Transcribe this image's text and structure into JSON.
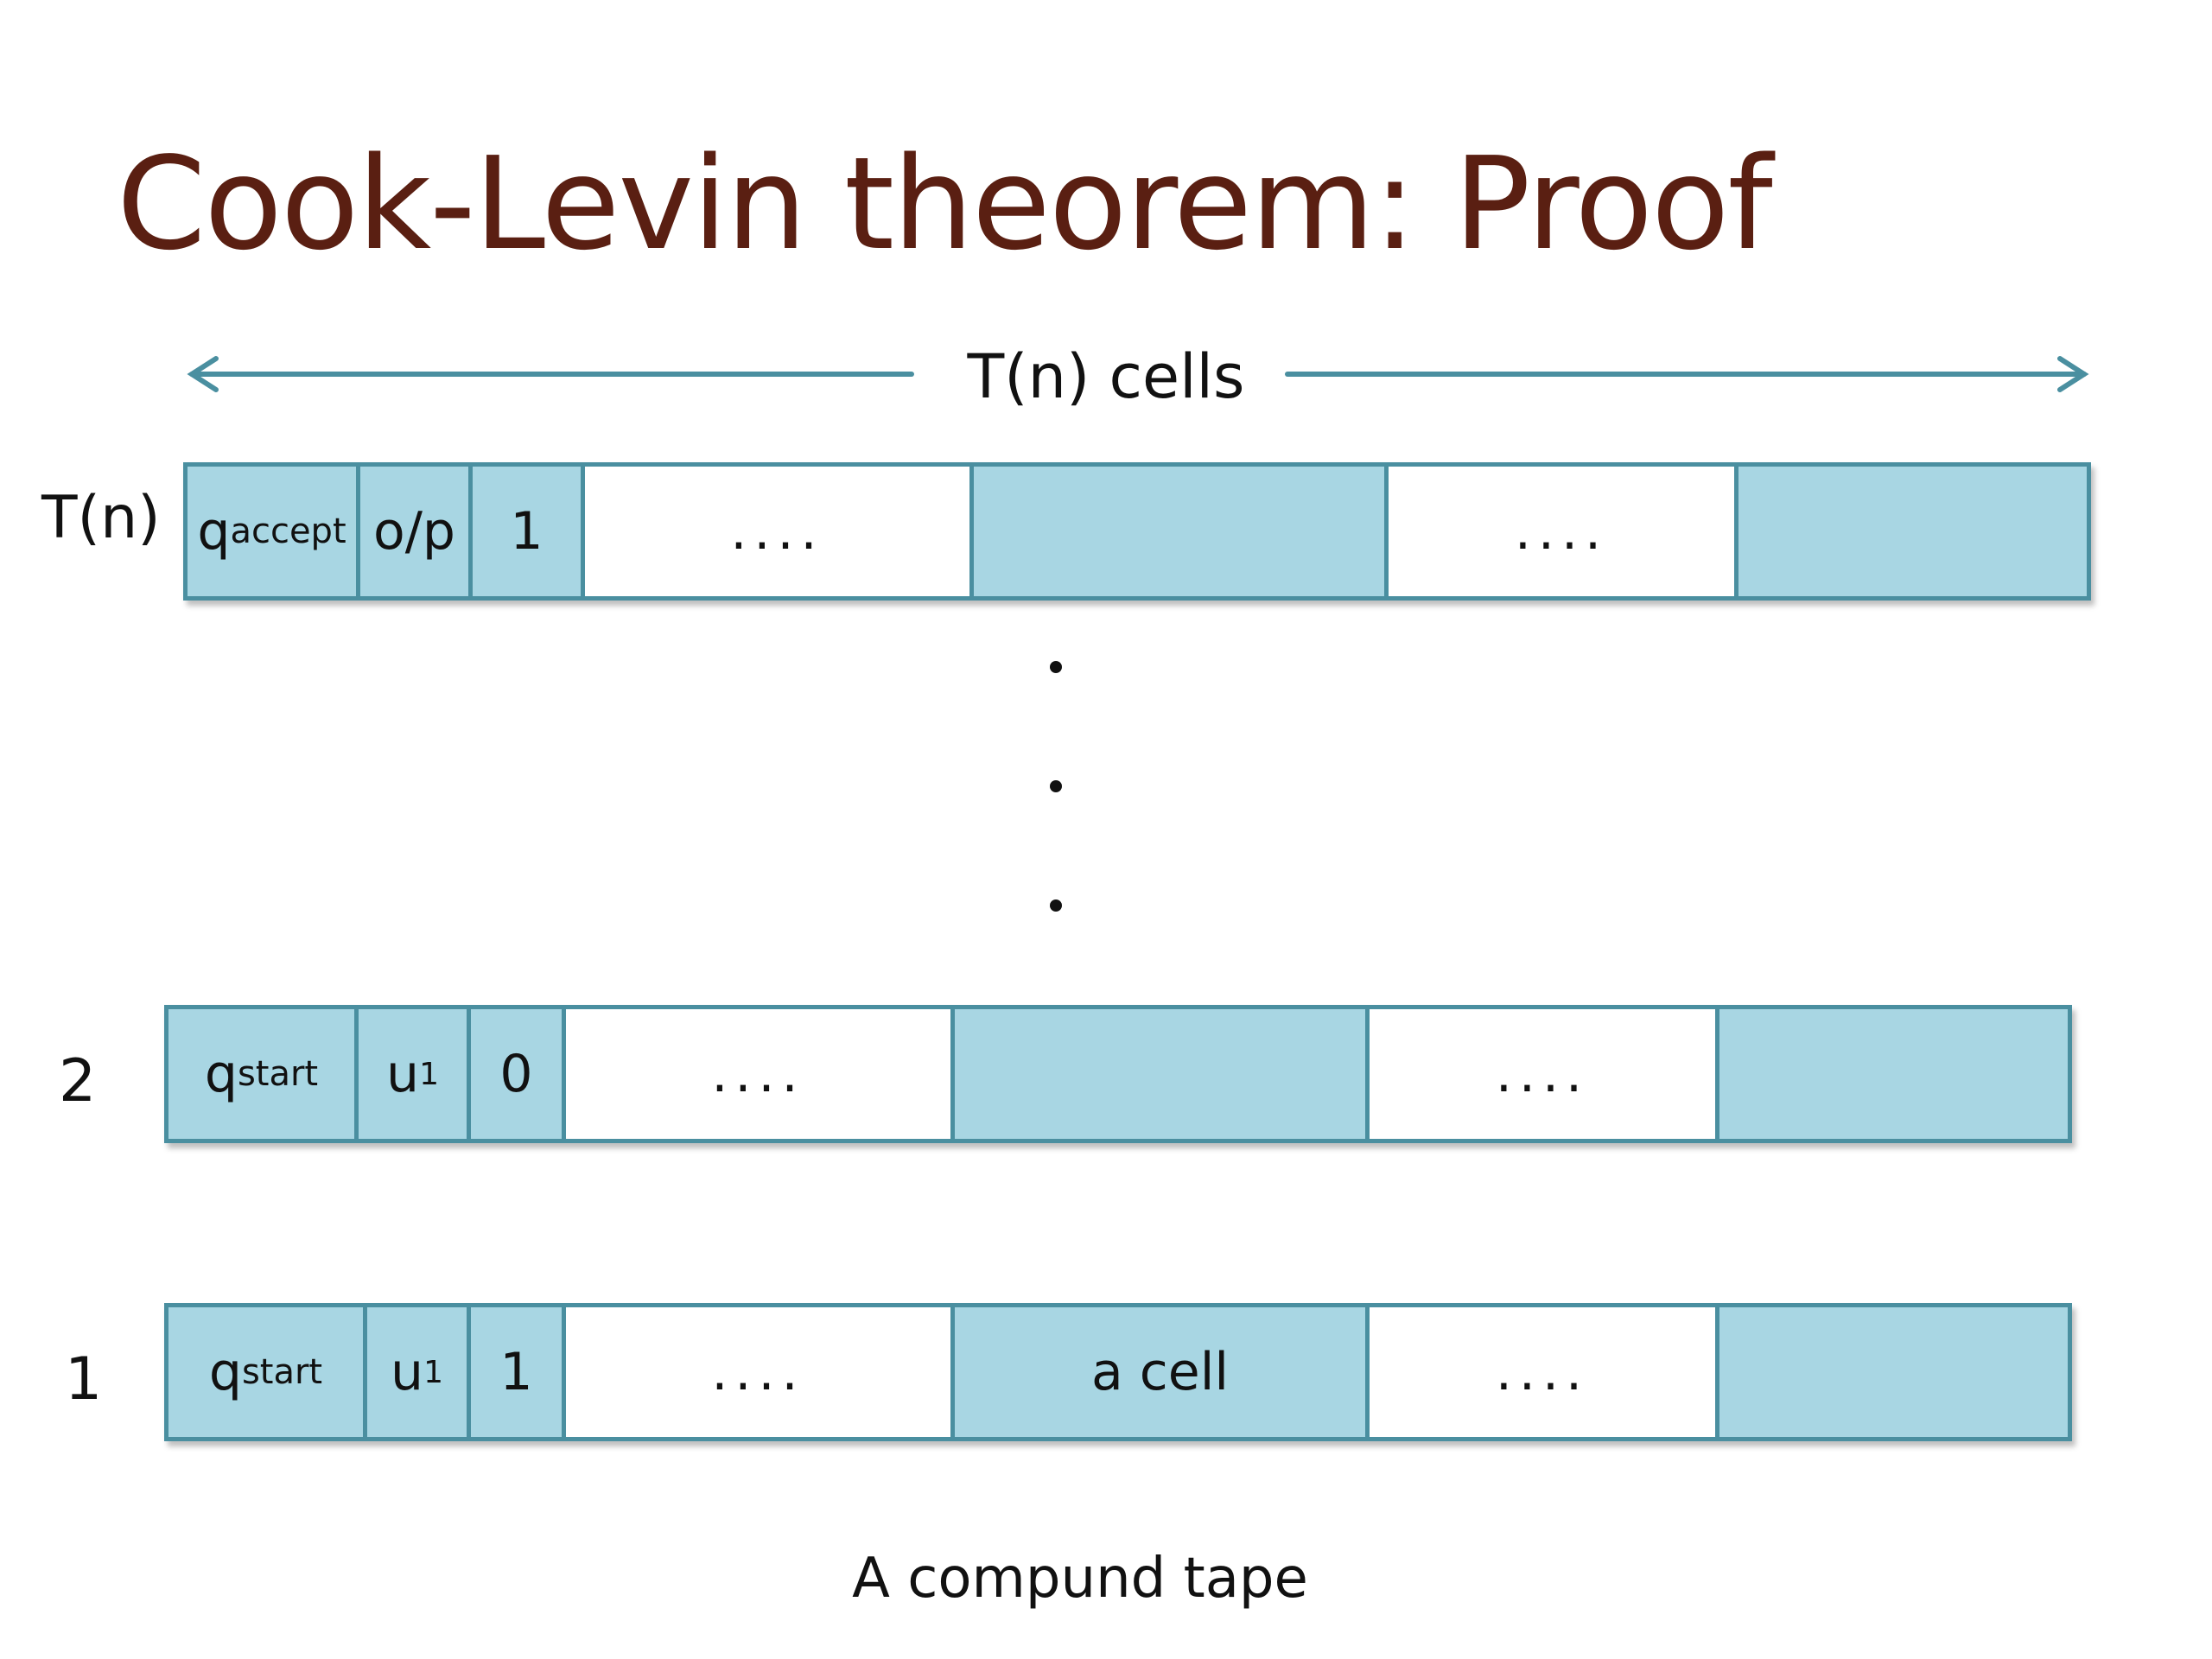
{
  "title": "Cook-Levin theorem:  Proof",
  "width_label": "T(n)  cells",
  "colors": {
    "title": "#5a1f12",
    "cell_fill": "#a8d6e3",
    "cell_border": "#4a8fa0",
    "arrow": "#4a8fa0"
  },
  "rows": [
    {
      "label": "T(n)",
      "cells": [
        {
          "main": "q",
          "sub": "accept",
          "fill": "blue"
        },
        {
          "main": "o/p",
          "sub": "",
          "fill": "blue"
        },
        {
          "main": "1",
          "sub": "",
          "fill": "blue"
        },
        {
          "main": "....",
          "sub": "",
          "fill": "white"
        },
        {
          "main": "",
          "sub": "",
          "fill": "blue"
        },
        {
          "main": "....",
          "sub": "",
          "fill": "white"
        },
        {
          "main": "",
          "sub": "",
          "fill": "blue"
        }
      ]
    },
    {
      "label": "2",
      "cells": [
        {
          "main": "q",
          "sub": "start",
          "fill": "blue"
        },
        {
          "main": "u",
          "sub": "1",
          "fill": "blue"
        },
        {
          "main": "0",
          "sub": "",
          "fill": "blue"
        },
        {
          "main": "....",
          "sub": "",
          "fill": "white"
        },
        {
          "main": "",
          "sub": "",
          "fill": "blue"
        },
        {
          "main": "....",
          "sub": "",
          "fill": "white"
        },
        {
          "main": "",
          "sub": "",
          "fill": "blue"
        }
      ]
    },
    {
      "label": "1",
      "cells": [
        {
          "main": "q",
          "sub": "start",
          "fill": "blue"
        },
        {
          "main": "u",
          "sub": "1",
          "fill": "blue"
        },
        {
          "main": "1",
          "sub": "",
          "fill": "blue"
        },
        {
          "main": "....",
          "sub": "",
          "fill": "white"
        },
        {
          "main": "a cell",
          "sub": "",
          "fill": "blue"
        },
        {
          "main": "....",
          "sub": "",
          "fill": "white"
        },
        {
          "main": "",
          "sub": "",
          "fill": "blue"
        }
      ]
    }
  ],
  "caption": "A compund tape"
}
